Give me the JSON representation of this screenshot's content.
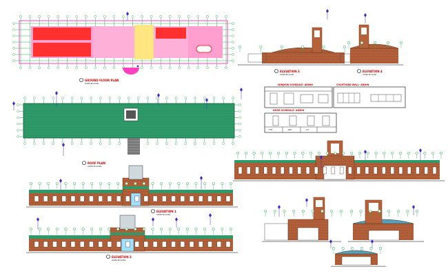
{
  "sheet": {
    "labels": {
      "ground_floor_plan": "GROUND FLOOR PLAN",
      "roof_plan": "ROOF PLAN",
      "elevation_1": "ELEVATION 1",
      "elevation_2": "ELEVATION 2",
      "elevation_3": "ELEVATION 3",
      "elevation_4": "ELEVATION 4",
      "window_schedule": "WINDOW SCHEDULE- ADMIN",
      "courtyard_wall": "COURTYARD WALL- ADMIN",
      "door_schedule": "DOOR SCHEDULE- ADMIN"
    },
    "sublabel": "ADMIN BUILDING",
    "schedule_headers": [
      "TYPE",
      "SIZE",
      "QTY"
    ],
    "colors": {
      "brick": "#b5623a",
      "roof": "#2e9a6a",
      "grid": "#22b14c",
      "marker": "#3a2bd6",
      "label": "#d40000",
      "room_red": "#ff3030",
      "room_pink": "#ff9fd0",
      "room_yellow": "#ffe680"
    }
  }
}
